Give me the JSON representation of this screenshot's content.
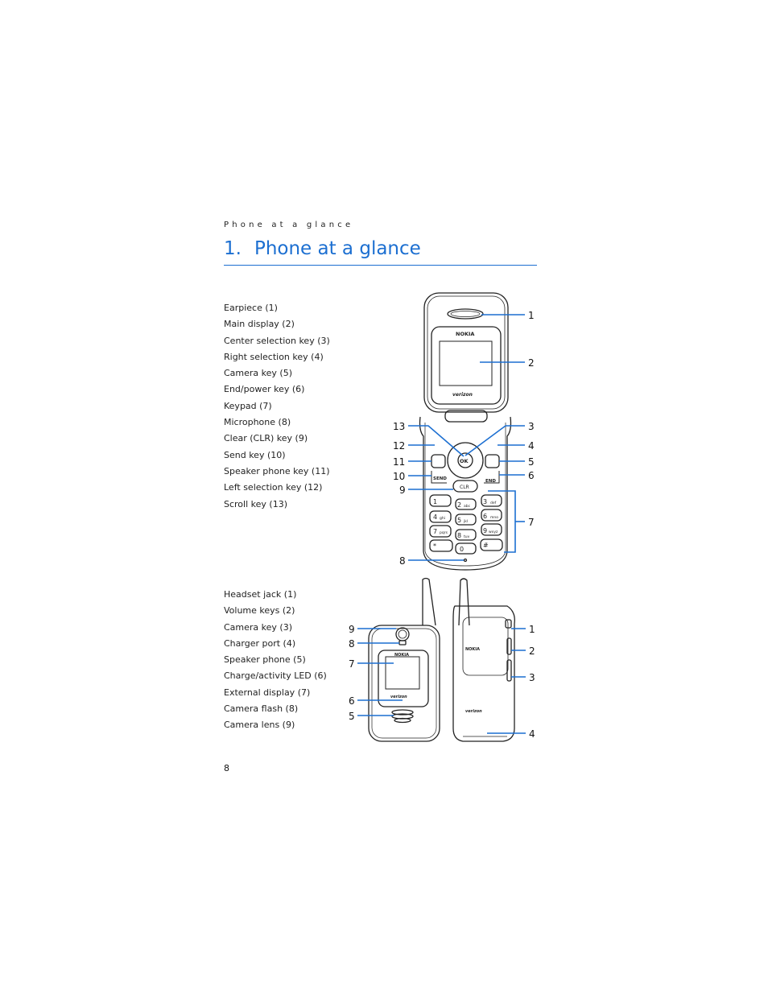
{
  "header": {
    "running_title": "Phone at a glance"
  },
  "chapter": {
    "number": "1.",
    "title": "Phone at a glance"
  },
  "front_view": {
    "legend": [
      "Earpiece (1)",
      "Main display (2)",
      "Center selection key (3)",
      "Right selection key (4)",
      "Camera key (5)",
      "End/power key (6)",
      "Keypad (7)",
      "Microphone (8)",
      "Clear (CLR) key (9)",
      "Send key (10)",
      "Speaker phone key (11)",
      "Left selection key (12)",
      "Scroll key (13)"
    ],
    "callouts": [
      "1",
      "2",
      "3",
      "4",
      "5",
      "6",
      "7",
      "8",
      "9",
      "10",
      "11",
      "12",
      "13"
    ],
    "phone_labels": {
      "brand": "NOKIA",
      "carrier": "verizon",
      "ok": "OK",
      "send": "SEND",
      "end": "END",
      "clr": "CLR",
      "keys": [
        "1",
        "2",
        "3",
        "4",
        "5",
        "6",
        "7",
        "8",
        "9",
        "*",
        "0",
        "#"
      ],
      "key_letters": [
        "",
        "abc",
        "def",
        "ghi",
        "jkl",
        "mno",
        "pqrs",
        "tuv",
        "wxyz",
        "",
        "",
        ""
      ]
    }
  },
  "back_view": {
    "legend": [
      "Headset jack (1)",
      "Volume keys (2)",
      "Camera key (3)",
      "Charger port (4)",
      "Speaker phone (5)",
      "Charge/activity LED (6)",
      "External display (7)",
      "Camera flash (8)",
      "Camera lens (9)"
    ],
    "callouts": [
      "1",
      "2",
      "3",
      "4",
      "5",
      "6",
      "7",
      "8",
      "9"
    ],
    "phone_labels": {
      "brand": "NOKIA",
      "carrier": "verizon"
    }
  },
  "footer": {
    "page_number": "8"
  },
  "colors": {
    "accent": "#1c6fd1",
    "callout_line": "#1c6fd1",
    "phone_outline": "#222222"
  }
}
